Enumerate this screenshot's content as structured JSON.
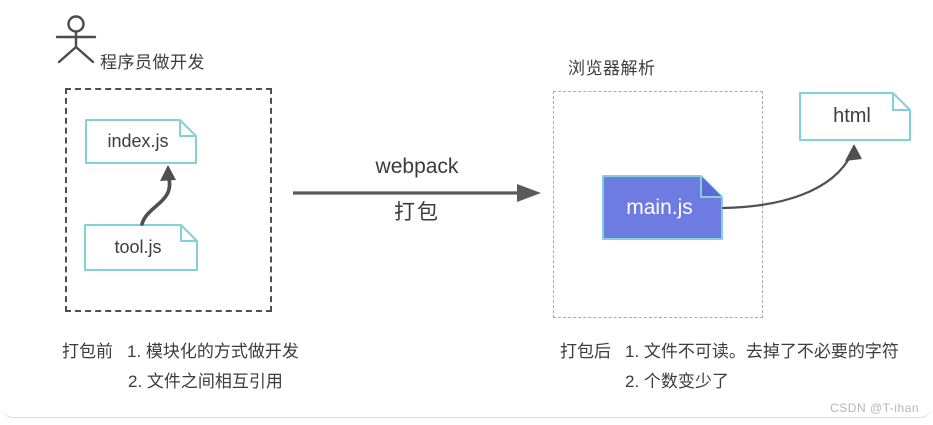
{
  "page": {
    "watermark": "CSDN @T-ihan"
  },
  "colors": {
    "file_border_teal": "#82d0d8",
    "bundle_fill": "#6e7be0",
    "bundle_fold": "#5c6ad4",
    "arrow_dark": "#4f4f4f",
    "left_dash": "#4f4f4f",
    "right_dash": "#a6abb1",
    "text": "#3d3d3d",
    "watermark": "#b5b5bd"
  },
  "left_section": {
    "actor_icon": "person-icon",
    "title": "程序员做开发",
    "files": [
      {
        "label": "index.js"
      },
      {
        "label": "tool.js"
      }
    ],
    "caption_prefix": "打包前",
    "caption_items": [
      "1. 模块化的方式做开发",
      "2. 文件之间相互引用"
    ]
  },
  "center": {
    "arrow_label_top": "webpack",
    "arrow_label_bottom": "打包"
  },
  "right_section": {
    "title": "浏览器解析",
    "bundle_file_label": "main.js",
    "html_file_label": "html",
    "caption_prefix": "打包后",
    "caption_items": [
      "1. 文件不可读。去掉了不必要的字符",
      "2. 个数变少了"
    ]
  }
}
